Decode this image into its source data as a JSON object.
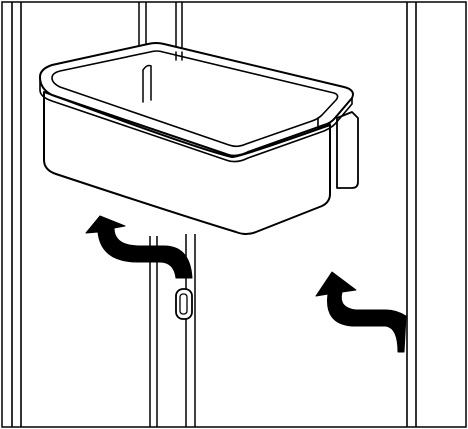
{
  "figure": {
    "description_text": "",
    "colors": {
      "ink": "#000000",
      "paper": "#ffffff"
    },
    "elements": {
      "frame": "frame",
      "door-panel-left": "door-panel",
      "door-panel-right": "door-panel",
      "storage-bin": "bin",
      "door-slot": "slot",
      "arrow-left": "curved-arrow",
      "arrow-right": "curved-arrow"
    }
  }
}
